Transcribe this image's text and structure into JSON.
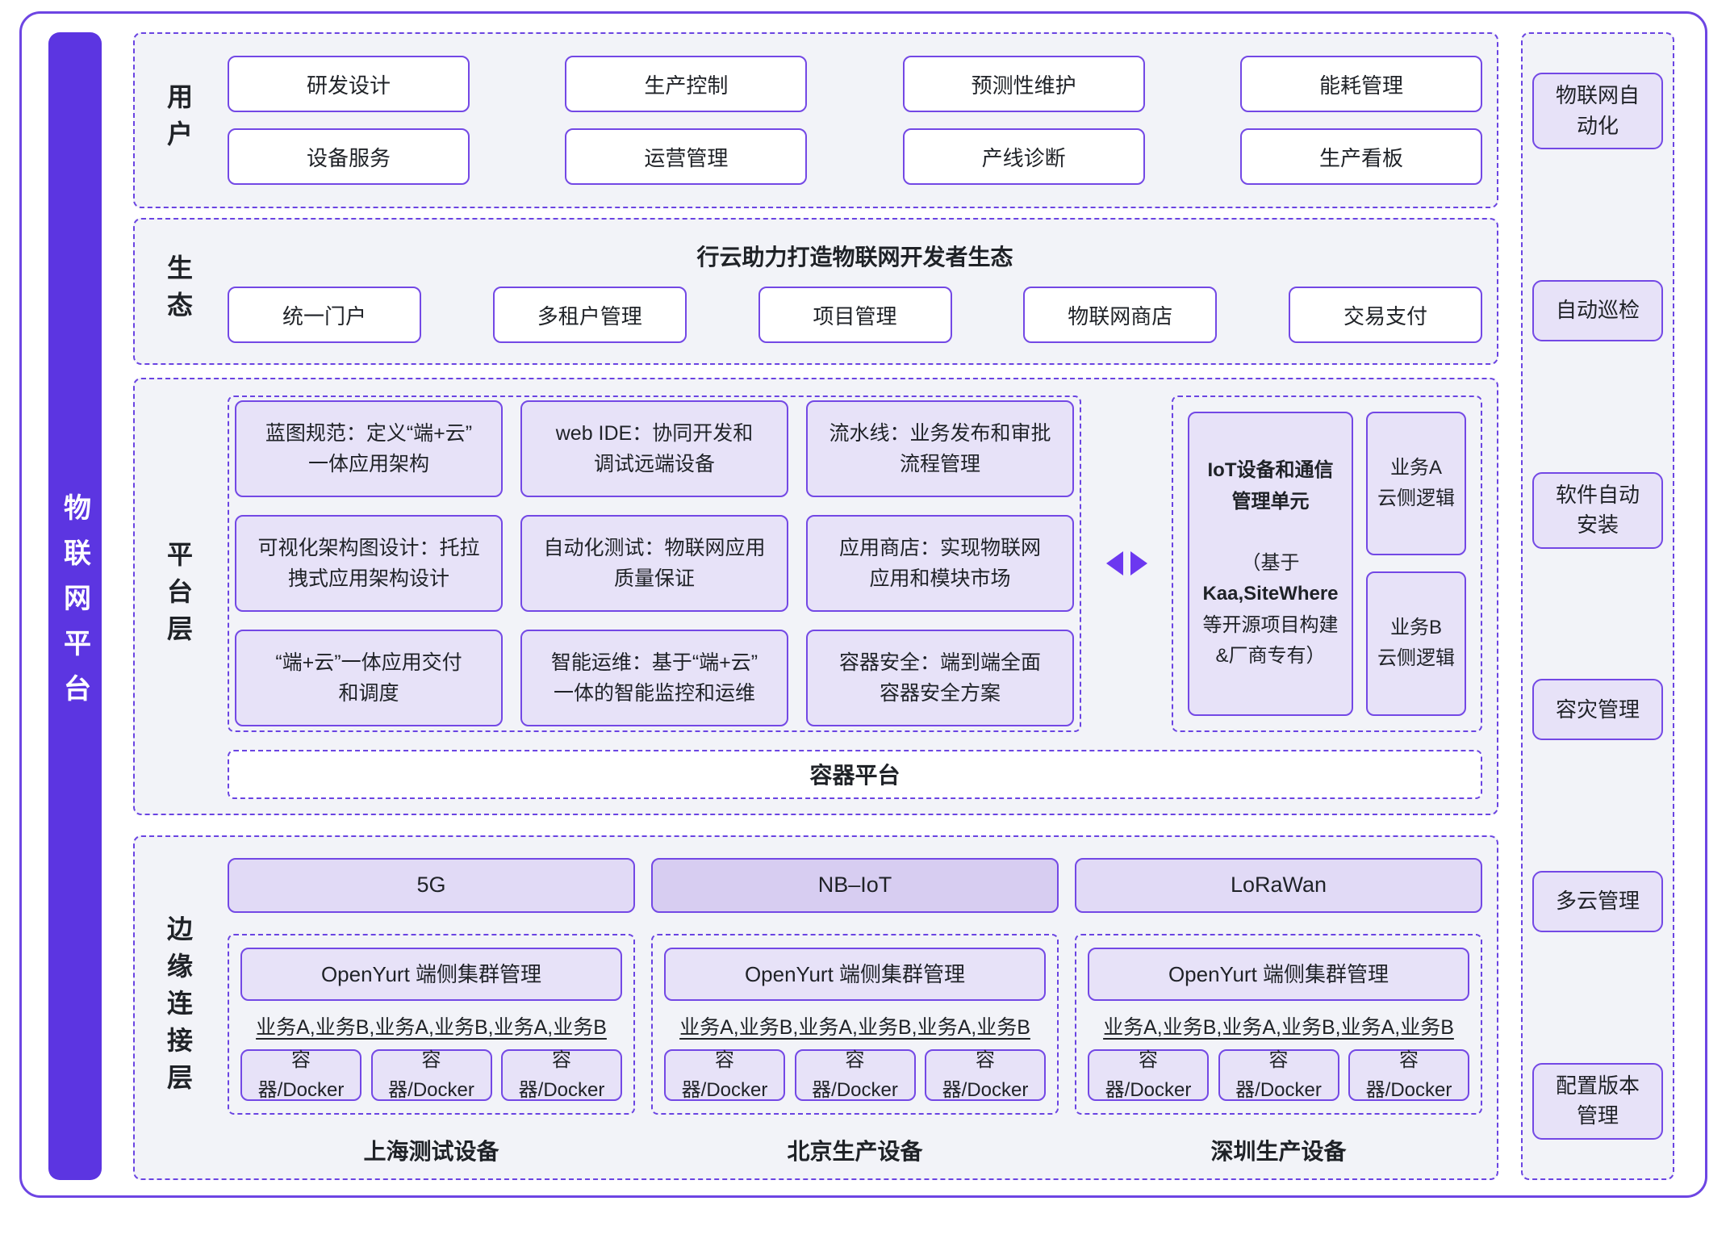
{
  "colors": {
    "accent_purple": "#6a44e2",
    "bar_purple": "#5c35e1",
    "lavender_fill": "#e7e2f8",
    "nbiot_fill": "#d7cdf1",
    "section_bg": "#f2f3f8"
  },
  "left_bar": {
    "title": "物联网平台"
  },
  "user_section": {
    "label": "用户",
    "boxes": [
      "研发设计",
      "生产控制",
      "预测性维护",
      "能耗管理",
      "设备服务",
      "运营管理",
      "产线诊断",
      "生产看板"
    ]
  },
  "eco_section": {
    "label": "生态",
    "title": "行云助力打造物联网开发者生态",
    "boxes": [
      "统一门户",
      "多租户管理",
      "项目管理",
      "物联网商店",
      "交易支付"
    ]
  },
  "platform_section": {
    "label": "平台层",
    "capabilities": [
      "蓝图规范：定义“端+云”\n一体应用架构",
      "web IDE：协同开发和\n调试远端设备",
      "流水线：业务发布和审批\n流程管理",
      "可视化架构图设计：托拉\n拽式应用架构设计",
      "自动化测试：物联网应用\n质量保证",
      "应用商店：实现物联网\n应用和模块市场",
      "“端+云”一体应用交付\n和调度",
      "智能运维：基于“端+云”\n一体的智能监控和运维",
      "容器安全：端到端全面\n容器安全方案"
    ],
    "iot_unit": {
      "title": "IoT设备和通信\n管理单元",
      "subtitle_pre": "（基于\n",
      "subtitle_highlight": "Kaa,SiteWhere",
      "subtitle_post": "\n等开源项目构建\n&厂商专有）"
    },
    "cloud_logic": [
      "业务A\n云侧逻辑",
      "业务B\n云侧逻辑"
    ],
    "container_platform": "容器平台"
  },
  "edge_section": {
    "label": "边缘连接层",
    "protocols": [
      "5G",
      "NB–IoT",
      "LoRaWan"
    ],
    "clusters": [
      {
        "manager": "OpenYurt 端侧集群管理",
        "services": "业务A,业务B,业务A,业务B,业务A,业务B",
        "containers": [
          "容器/Docker",
          "容器/Docker",
          "容器/Docker"
        ],
        "device": "上海测试设备"
      },
      {
        "manager": "OpenYurt 端侧集群管理",
        "services": "业务A,业务B,业务A,业务B,业务A,业务B",
        "containers": [
          "容器/Docker",
          "容器/Docker",
          "容器/Docker"
        ],
        "device": "北京生产设备"
      },
      {
        "manager": "OpenYurt 端侧集群管理",
        "services": "业务A,业务B,业务A,业务B,业务A,业务B",
        "containers": [
          "容器/Docker",
          "容器/Docker",
          "容器/Docker"
        ],
        "device": "深圳生产设备"
      }
    ]
  },
  "sidebar": {
    "boxes": [
      "物联网自\n动化",
      "自动巡检",
      "软件自动\n安装",
      "容灾管理",
      "多云管理",
      "配置版本\n管理"
    ]
  }
}
